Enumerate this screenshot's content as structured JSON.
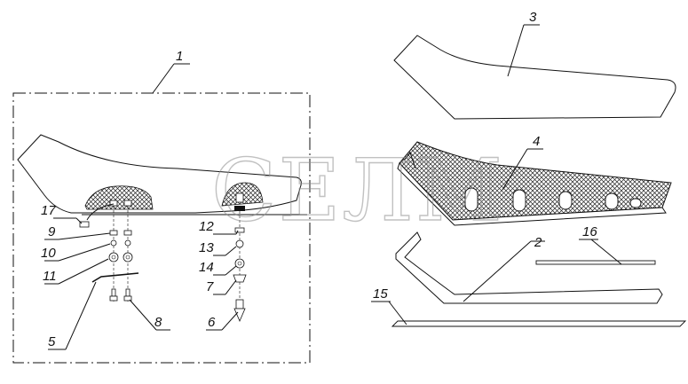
{
  "watermark": "СЕЛМ",
  "callouts": [
    {
      "id": "c1",
      "text": "1"
    },
    {
      "id": "c2",
      "text": "2"
    },
    {
      "id": "c3",
      "text": "3"
    },
    {
      "id": "c4",
      "text": "4"
    },
    {
      "id": "c5",
      "text": "5"
    },
    {
      "id": "c6",
      "text": "6"
    },
    {
      "id": "c7",
      "text": "7"
    },
    {
      "id": "c8",
      "text": "8"
    },
    {
      "id": "c9",
      "text": "9"
    },
    {
      "id": "c10",
      "text": "10"
    },
    {
      "id": "c11",
      "text": "11"
    },
    {
      "id": "c12",
      "text": "12"
    },
    {
      "id": "c13",
      "text": "13"
    },
    {
      "id": "c14",
      "text": "14"
    },
    {
      "id": "c15",
      "text": "15"
    },
    {
      "id": "c16",
      "text": "16"
    },
    {
      "id": "c17",
      "text": "17"
    }
  ]
}
